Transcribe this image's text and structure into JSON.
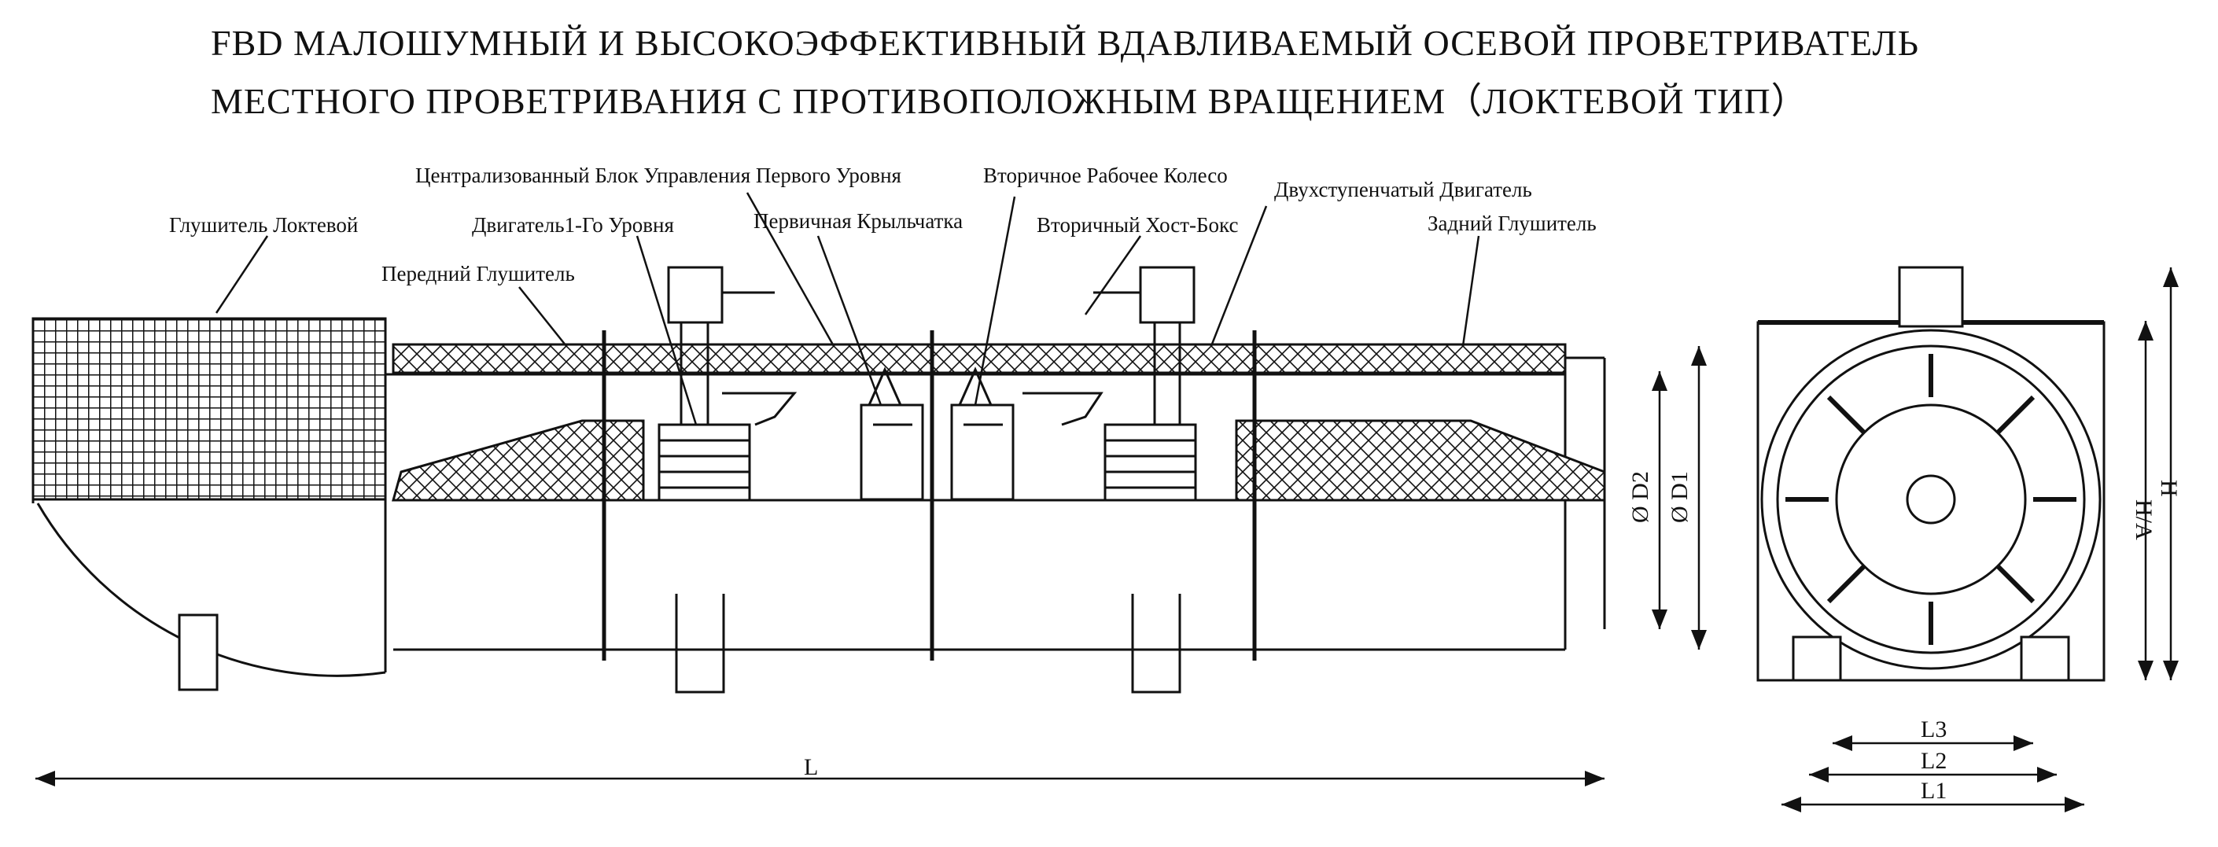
{
  "title": {
    "line1": "FBD МАЛОШУМНЫЙ И ВЫСОКОЭФФЕКТИВНЫЙ ВДАВЛИВАЕМЫЙ ОСЕВОЙ ПРОВЕТРИВАТЕЛЬ",
    "line2": "МЕСТНОГО ПРОВЕТРИВАНИЯ С ПРОТИВОПОЛОЖНЫМ ВРАЩЕНИЕМ（ЛОКТЕВОЙ ТИП）"
  },
  "labels": {
    "elbow_silencer": "Глушитель Локтевой",
    "front_silencer": "Передний Глушитель",
    "motor_level1": "Двигатель1-Го Уровня",
    "central_control": "Централизованный Блок Управления Первого Уровня",
    "primary_impeller": "Первичная Крыльчатка",
    "secondary_impeller": "Вторичное Рабочее Колесо",
    "secondary_hostbox": "Вторичный Хост-Бокс",
    "two_stage_motor": "Двухступенчатый Двигатель",
    "rear_silencer": "Задний Глушитель"
  },
  "dimensions": {
    "length": "L",
    "d1": "Ø D1",
    "d2": "Ø D2",
    "h": "H",
    "h1": "H/A",
    "l1": "L1",
    "l2": "L2",
    "l3": "L3"
  },
  "colors": {
    "line": "#111111",
    "background": "#ffffff"
  }
}
